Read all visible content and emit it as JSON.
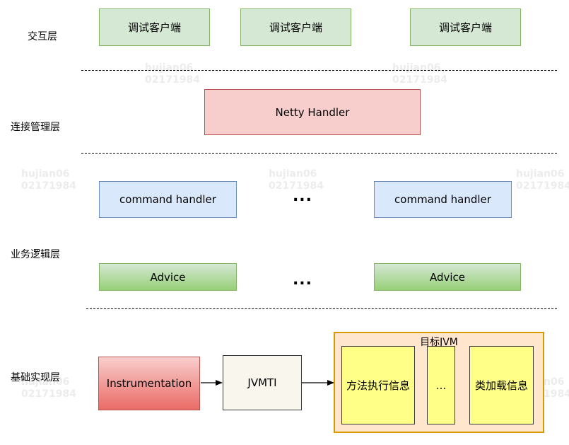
{
  "layers": {
    "interaction": "交互层",
    "connection": "连接管理层",
    "business": "业务逻辑层",
    "foundation": "基础实现层"
  },
  "interaction": {
    "clients": [
      "调试客户端",
      "调试客户端",
      "调试客户端"
    ]
  },
  "connection": {
    "netty": "Netty Handler"
  },
  "business": {
    "command_handler_left": "command handler",
    "command_handler_right": "command handler",
    "advice_left": "Advice",
    "advice_right": "Advice",
    "ellipsis_top": "...",
    "ellipsis_bottom": "..."
  },
  "foundation": {
    "instrumentation": "Instrumentation",
    "jvmti": "JVMTI",
    "target_jvm_title": "目标JVM",
    "method_info": "方法执行信息",
    "ellipsis": "...",
    "class_loading_info": "类加载信息"
  },
  "watermark": {
    "line1": "hujian06",
    "line2": "02171984"
  },
  "colors": {
    "client_fill": "#d5e8d4",
    "netty_fill": "#f8cecc",
    "command_fill": "#dae8fc",
    "advice_fill": "#97d077",
    "instrumentation_fill": "#ea6b66",
    "jvmti_fill": "#f9f7ed",
    "jvm_container_fill": "#ffe6cc",
    "info_fill": "#ffff88"
  }
}
